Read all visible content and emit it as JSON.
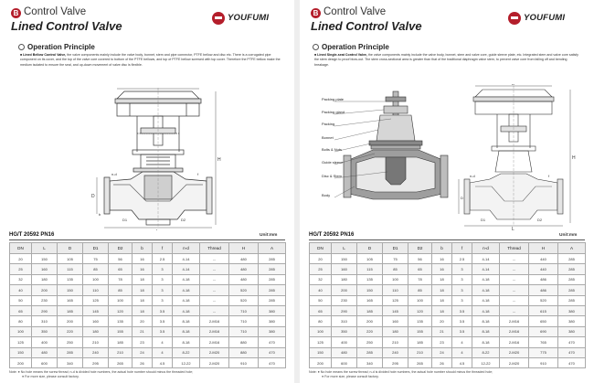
{
  "header": {
    "badge": "B",
    "series": "Control Valve",
    "title": "Lined Control Valve",
    "brand": "YOUFUMI"
  },
  "section_title": "Operation Principle",
  "left": {
    "desc_bold": "Lined Bellow Control Valve,",
    "desc": "the valve components mainly include the valve body, bonnet, stem and pipe connector, PTFE bellow and disc etc. There is a corrugated pipe component on its cover, and the top of the valve core covered to bottom of the PTFE bellows, and top of PTFE bellow screwed with top cover. Therefore the PTFE bellow make the medium isolated to ensure the seal, and up-down movement of valve disc is flexible."
  },
  "right": {
    "desc_bold": "Lined Single-seat Control Valve,",
    "desc": "the valve components mainly include the valve body, bonnet, stem and valve core, guide sleeve plate, etc. Integrated stem and valve core satisfy the stem design to proof blow-out. The stem cross-sectional area is greater than that of the traditional diaphragm valve stem, to prevent valve core from falling off and bending breakage.",
    "callouts": [
      "Packing plate",
      "Packing gland",
      "Packing",
      "Bonnet",
      "Bolts & Nuts",
      "Guide sleeve",
      "Disc & Stem",
      "Body"
    ]
  },
  "dim_labels": {
    "H": "H",
    "L": "L",
    "D": "D",
    "D1": "D1",
    "D2": "D2",
    "f": "f",
    "b": "b",
    "A": "A",
    "nd": "n-d"
  },
  "table": {
    "standard": "HG/T 20592 PN16",
    "unit": "Unit:mm",
    "columns": [
      "DN",
      "L",
      "D",
      "D1",
      "D2",
      "b",
      "f",
      "n-d",
      "Thread",
      "H",
      "A"
    ],
    "rows_left": [
      [
        "20",
        "150",
        "105",
        "75",
        "56",
        "16",
        "2.5",
        "4-14",
        "--",
        "480",
        "285"
      ],
      [
        "25",
        "160",
        "115",
        "85",
        "65",
        "16",
        "3",
        "4-14",
        "--",
        "480",
        "285"
      ],
      [
        "32",
        "180",
        "135",
        "100",
        "78",
        "18",
        "3",
        "4-18",
        "--",
        "480",
        "285"
      ],
      [
        "40",
        "200",
        "150",
        "110",
        "85",
        "18",
        "3",
        "4-18",
        "--",
        "520",
        "285"
      ],
      [
        "50",
        "230",
        "165",
        "125",
        "100",
        "18",
        "3",
        "4-18",
        "--",
        "520",
        "285"
      ],
      [
        "65",
        "290",
        "185",
        "145",
        "120",
        "18",
        "3.5",
        "4-18",
        "--",
        "710",
        "380"
      ],
      [
        "80",
        "310",
        "200",
        "160",
        "135",
        "20",
        "3.5",
        "8-18",
        "2-M16",
        "710",
        "380"
      ],
      [
        "100",
        "350",
        "220",
        "180",
        "155",
        "21",
        "3.5",
        "8-18",
        "2-M16",
        "710",
        "380"
      ],
      [
        "125",
        "400",
        "250",
        "210",
        "185",
        "23",
        "4",
        "8-18",
        "2-M16",
        "880",
        "470"
      ],
      [
        "150",
        "480",
        "285",
        "240",
        "210",
        "24",
        "4",
        "8-22",
        "2-M20",
        "880",
        "470"
      ],
      [
        "200",
        "600",
        "340",
        "295",
        "265",
        "26",
        "4.5",
        "12-22",
        "2-M20",
        "910",
        "470"
      ]
    ],
    "rows_right": [
      [
        "20",
        "150",
        "105",
        "75",
        "56",
        "16",
        "2.5",
        "4-14",
        "--",
        "440",
        "285"
      ],
      [
        "25",
        "160",
        "115",
        "85",
        "65",
        "16",
        "3",
        "4-14",
        "--",
        "440",
        "285"
      ],
      [
        "32",
        "180",
        "135",
        "100",
        "78",
        "18",
        "3",
        "4-18",
        "--",
        "486",
        "285"
      ],
      [
        "40",
        "200",
        "150",
        "110",
        "85",
        "18",
        "3",
        "4-18",
        "--",
        "486",
        "285"
      ],
      [
        "50",
        "230",
        "165",
        "125",
        "100",
        "18",
        "3",
        "4-18",
        "--",
        "520",
        "285"
      ],
      [
        "65",
        "290",
        "185",
        "145",
        "120",
        "18",
        "3.5",
        "4-18",
        "--",
        "615",
        "380"
      ],
      [
        "80",
        "310",
        "200",
        "160",
        "135",
        "20",
        "3.5",
        "8-18",
        "2-M16",
        "650",
        "380"
      ],
      [
        "100",
        "350",
        "220",
        "180",
        "155",
        "21",
        "3.5",
        "8-18",
        "2-M16",
        "690",
        "380"
      ],
      [
        "125",
        "400",
        "250",
        "210",
        "185",
        "23",
        "4",
        "8-18",
        "2-M16",
        "765",
        "470"
      ],
      [
        "150",
        "480",
        "285",
        "240",
        "210",
        "24",
        "4",
        "8-22",
        "2-M20",
        "775",
        "470"
      ],
      [
        "200",
        "600",
        "340",
        "295",
        "265",
        "26",
        "4.5",
        "12-22",
        "2-M20",
        "910",
        "470"
      ]
    ]
  },
  "note": {
    "label": "Note:",
    "lines": [
      "No hole means the screw thread; n-d is divided hole numbers, the actual hole number should minus the threaded hole;",
      "For more size, please consult factory."
    ]
  }
}
